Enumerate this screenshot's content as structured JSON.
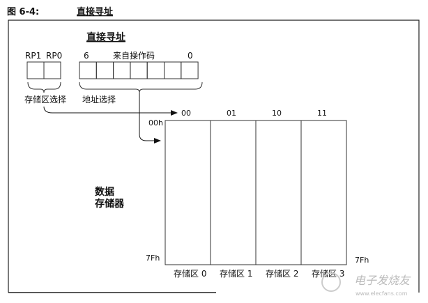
{
  "figure_label": "图 6-4:",
  "figure_title": "直接寻址",
  "diagram_title": "直接寻址",
  "rp_labels": [
    "RP1",
    "RP0"
  ],
  "opcode": {
    "high_bit": "6",
    "label": "来自操作码",
    "low_bit": "0"
  },
  "bank_select_label": "存储区选择",
  "address_select_label": "地址选择",
  "bank_codes": [
    "00",
    "01",
    "10",
    "11"
  ],
  "start_address": "00h",
  "end_address_left": "7Fh",
  "end_address_right": "7Fh",
  "memory_label": [
    "数据",
    "存储器"
  ],
  "banks": [
    "存储区 0",
    "存储区 1",
    "存储区 2",
    "存储区 3"
  ],
  "watermark": {
    "name": "电子发烧友",
    "url": "www.elecfans.com"
  }
}
